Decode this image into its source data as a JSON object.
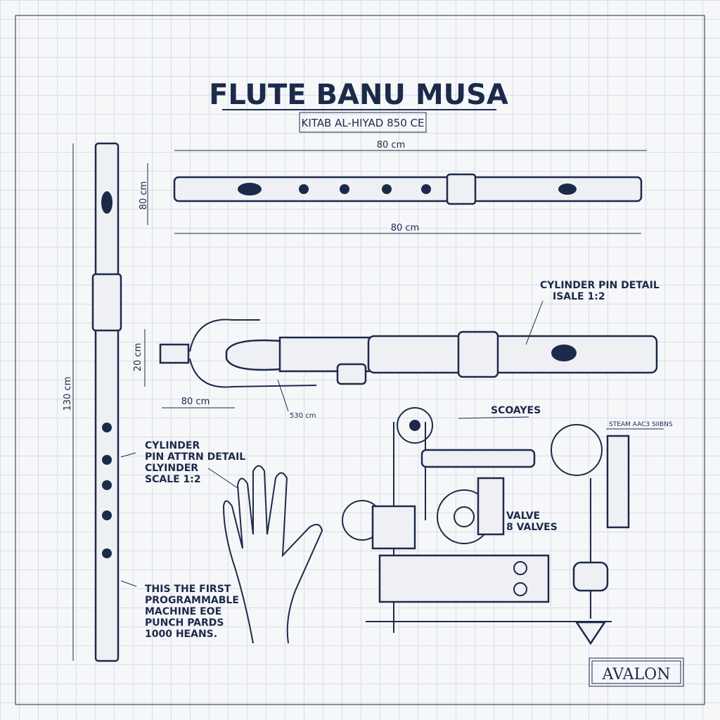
{
  "title": "FLUTE BANU MUSA",
  "subtitle": "KITAB AL-HIYAD 850 CE",
  "dimensions": {
    "top_length": "80 cm",
    "top_height": "80 cm",
    "bottom_length": "80 cm",
    "vertical_length": "130 cm",
    "mid_height": "20 cm",
    "mid_length": "80 cm",
    "mid_callout": "530 cm"
  },
  "labels": {
    "cylinder_pin_detail": "CYLINDER PIN DETAIL",
    "cylinder_pin_scale": "ISALE 1:2",
    "scoayes": "SCOAYES",
    "steam": "STEAM AAC3 SIIBNS",
    "left_detail": [
      "CYLINDER",
      "PIN ATTRN DETAIL",
      "CLYINDER",
      "SCALE 1:2"
    ],
    "valve": [
      "VALVE",
      "8 VALVES"
    ],
    "note": [
      "THIS THE FIRST",
      "PROGRAMMABLE",
      "MACHINE EOE",
      "PUNCH PARDS",
      "1000 HEANS."
    ]
  },
  "logo": "AVALON",
  "colors": {
    "ink": "#1c2a4a",
    "paper": "#f6f7f9",
    "grid": "#d9dde6"
  }
}
